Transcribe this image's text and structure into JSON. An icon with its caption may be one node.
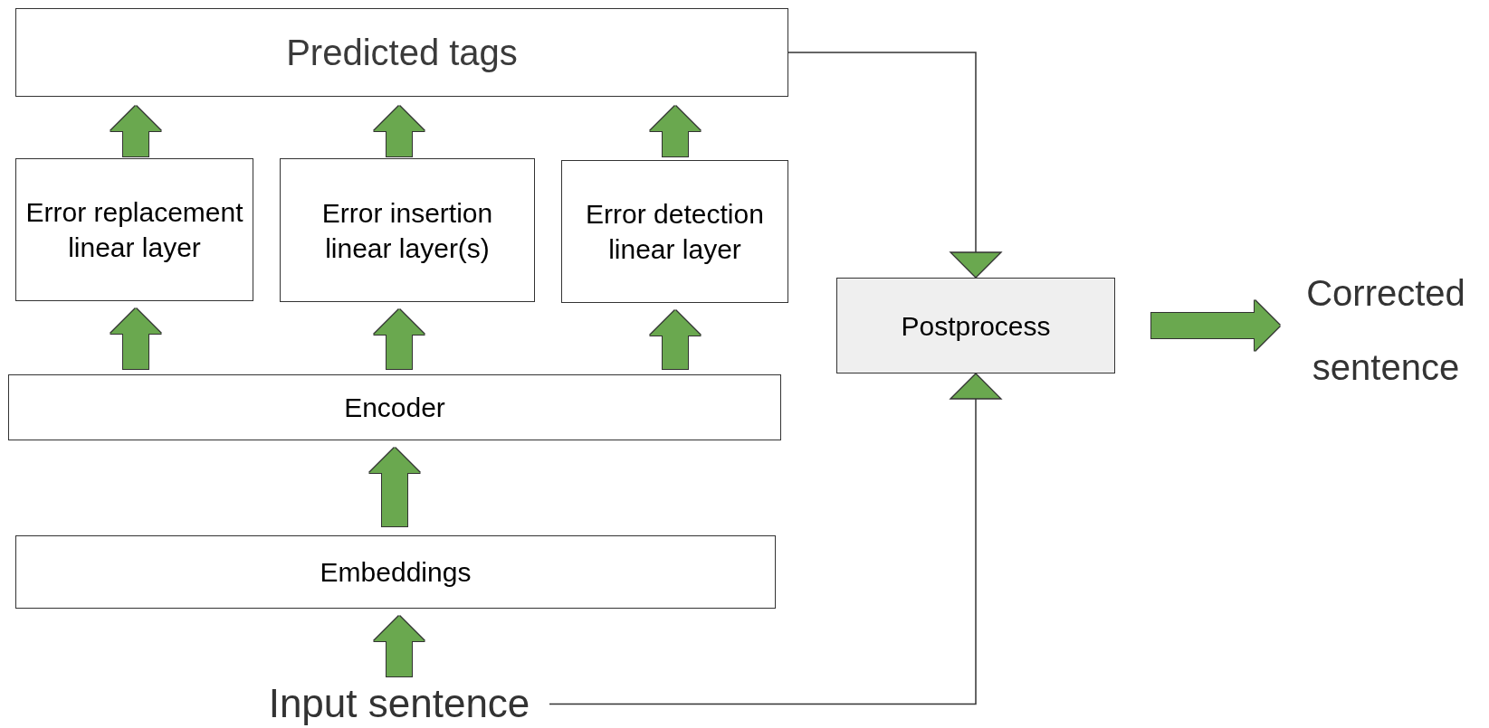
{
  "diagram": {
    "nodes": [
      {
        "text": [
          "Predicted tags"
        ]
      },
      {
        "text": [
          "Error replacement linear layer"
        ]
      },
      {
        "text": [
          "Error insertion linear layer(s)"
        ]
      },
      {
        "text": [
          "Error detection linear layer"
        ]
      },
      {
        "text": [
          "Postprocess"
        ]
      },
      {
        "text": [
          "Corrected sentence"
        ]
      },
      {
        "text": [
          "Encoder"
        ]
      },
      {
        "text": [
          "Embeddings"
        ]
      },
      {
        "text": [
          "Input sentence"
        ]
      }
    ],
    "edges": [
      {
        "from": 8,
        "to": 7,
        "arrow": "to"
      },
      {
        "from": 7,
        "to": 6,
        "arrow": "to"
      },
      {
        "from": 6,
        "to": 1,
        "arrow": "to"
      },
      {
        "from": 6,
        "to": 2,
        "arrow": "to"
      },
      {
        "from": 6,
        "to": 3,
        "arrow": "to"
      },
      {
        "from": 1,
        "to": 0,
        "arrow": "to"
      },
      {
        "from": 2,
        "to": 0,
        "arrow": "to"
      },
      {
        "from": 3,
        "to": 0,
        "arrow": "to"
      },
      {
        "from": 0,
        "to": 4,
        "arrow": "to",
        "color": "#333333"
      },
      {
        "from": 8,
        "to": 4,
        "arrow": "to",
        "color": "#333333"
      },
      {
        "from": 4,
        "to": 5,
        "arrow": "to"
      }
    ]
  }
}
